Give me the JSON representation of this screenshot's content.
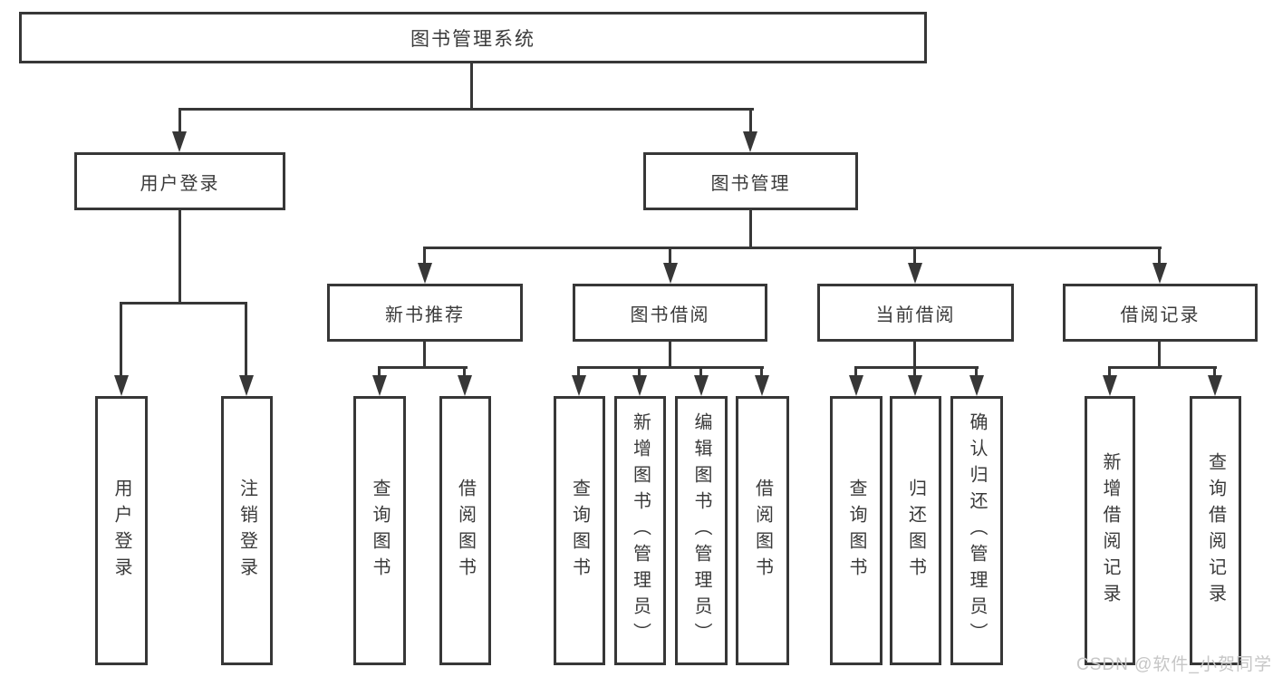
{
  "title": "图书管理系统",
  "level2": {
    "user_login": "用户登录",
    "book_mgmt": "图书管理"
  },
  "level3": {
    "new_books": "新书推荐",
    "book_borrow": "图书借阅",
    "current_borrow": "当前借阅",
    "borrow_records": "借阅记录"
  },
  "leaves": {
    "user_login": [
      "用户登录",
      "注销登录"
    ],
    "new_books": [
      "查询图书",
      "借阅图书"
    ],
    "book_borrow": [
      "查询图书",
      "新增图书（管理员）",
      "编辑图书（管理员）",
      "借阅图书"
    ],
    "current_borrow": [
      "查询图书",
      "归还图书",
      "确认归还（管理员）"
    ],
    "borrow_records": [
      "新增借阅记录",
      "查询借阅记录"
    ]
  },
  "watermark": "CSDN @软件_小贺同学",
  "colors": {
    "line": "#373737",
    "text": "#3a3a3a",
    "watermark": "#c6c6c6",
    "background": "#ffffff"
  }
}
